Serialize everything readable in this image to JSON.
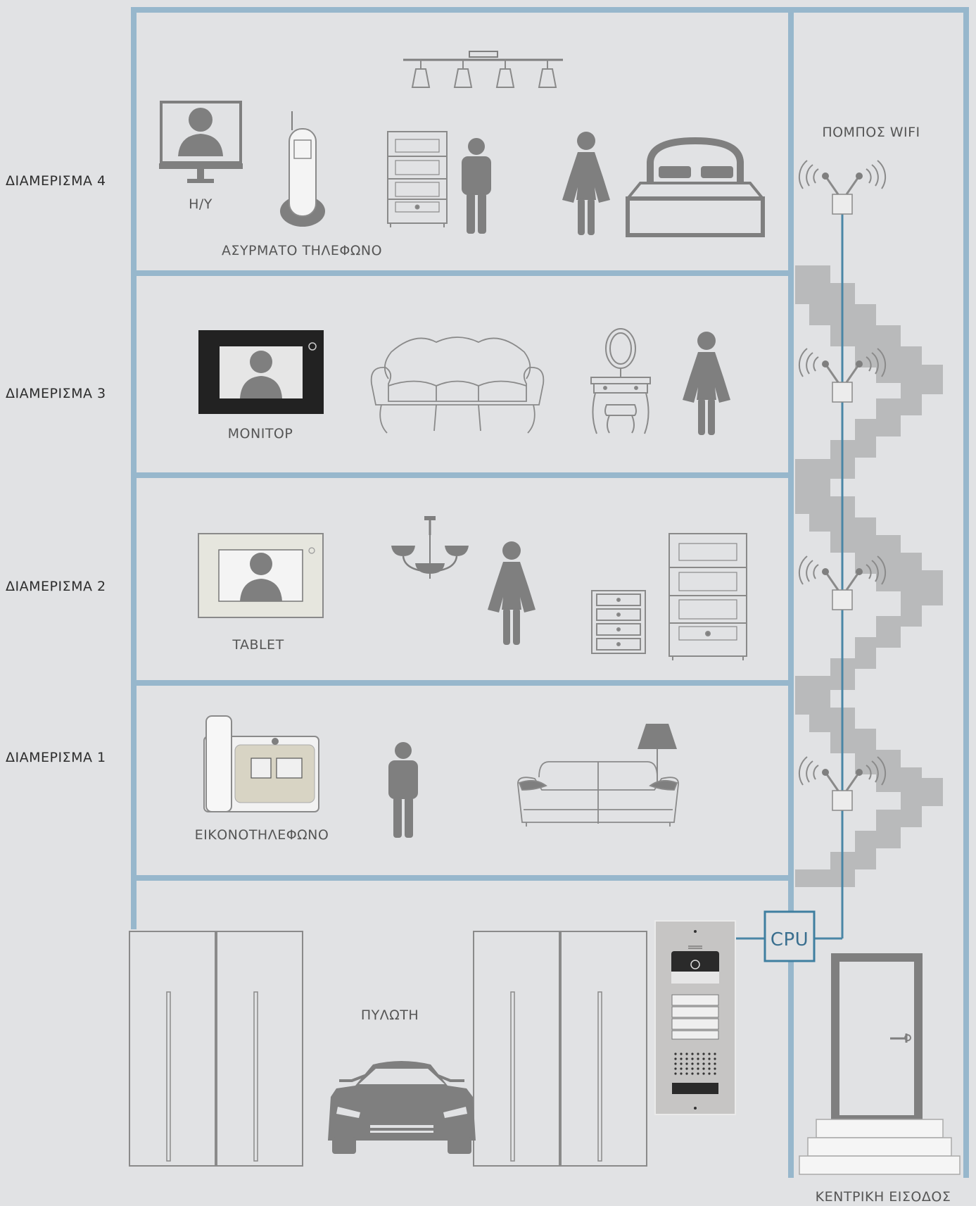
{
  "floors": [
    {
      "label": "ΔΙΑΜΕΡΙΣΜΑ 4",
      "devices": [
        "Η/Υ",
        "ΑΣΥΡΜΑΤΟ ΤΗΛΕΦΩΝΟ"
      ]
    },
    {
      "label": "ΔΙΑΜΕΡΙΣΜΑ 3",
      "devices": [
        "ΜΟΝΙΤΟΡ"
      ]
    },
    {
      "label": "ΔΙΑΜΕΡΙΣΜΑ 2",
      "devices": [
        "TABLET"
      ]
    },
    {
      "label": "ΔΙΑΜΕΡΙΣΜΑ 1",
      "devices": [
        "ΕΙΚΟΝΟΤΗΛΕΦΩΝΟ"
      ]
    }
  ],
  "ground": {
    "label": "ΠΥΛΩΤΗ"
  },
  "wifi": {
    "label": "ΠΟΜΠΟΣ WIFI"
  },
  "cpu": {
    "label": "CPU"
  },
  "entrance": {
    "label": "ΚΕΝΤΡΙΚΗ ΕΙΣΟΔΟΣ"
  },
  "colors": {
    "background": "#e1e2e4",
    "walls": "#97b7cc",
    "icons": "#7f7f7f",
    "cable": "#4a86a6",
    "stairs": "#b9babb"
  }
}
